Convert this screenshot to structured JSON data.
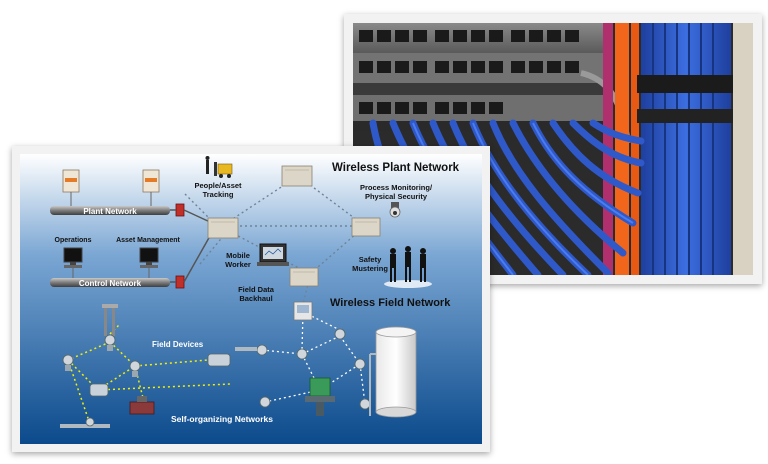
{
  "diagram": {
    "wireless_plant_network": "Wireless Plant Network",
    "wireless_field_network": "Wireless Field Network",
    "plant_network": "Plant Network",
    "control_network": "Control Network",
    "operations": "Operations",
    "asset_management": "Asset Management",
    "people_asset_tracking_line1": "People/Asset",
    "people_asset_tracking_line2": "Tracking",
    "process_monitoring_line1": "Process Monitoring/",
    "process_monitoring_line2": "Physical Security",
    "mobile_worker_line1": "Mobile",
    "mobile_worker_line2": "Worker",
    "safety_mustering_line1": "Safety",
    "safety_mustering_line2": "Mustering",
    "field_data_backhaul_line1": "Field Data",
    "field_data_backhaul_line2": "Backhaul",
    "field_devices": "Field Devices",
    "self_organizing_networks": "Self-organizing Networks"
  },
  "photo": {
    "subject": "network-patch-panel-with-blue-cables"
  },
  "colors": {
    "diagram_bg_top": "#0b4a8c",
    "diagram_bg_bottom": "#a9c6e2",
    "mesh_link": "#f4f000",
    "wireless_link": "#7a8ea3",
    "cable_blue": "#2f59c9",
    "cable_orange": "#f2661c"
  }
}
